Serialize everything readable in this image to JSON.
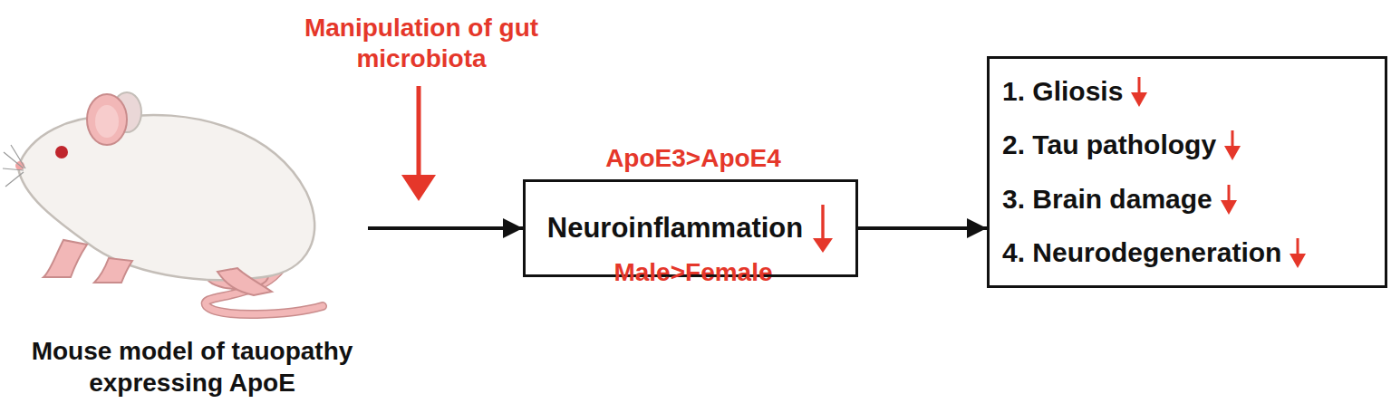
{
  "diagram": {
    "nodes": [
      {
        "text": [
          "Mouse model of tauopathy expressing ApoE"
        ]
      },
      {
        "text": [
          "Neuroinflammation"
        ]
      },
      {
        "text": [
          "1. Gliosis",
          "2. Tau pathology",
          "3. Brain damage",
          "4. Neurodegeneration"
        ]
      }
    ],
    "edges": [
      {
        "from": 0,
        "to": 1,
        "arrow": "to"
      },
      {
        "from": 1,
        "to": 2,
        "arrow": "to"
      }
    ],
    "labels": [
      "Manipulation of gut microbiota",
      "ApoE3>ApoE4",
      "Male>Female"
    ]
  }
}
